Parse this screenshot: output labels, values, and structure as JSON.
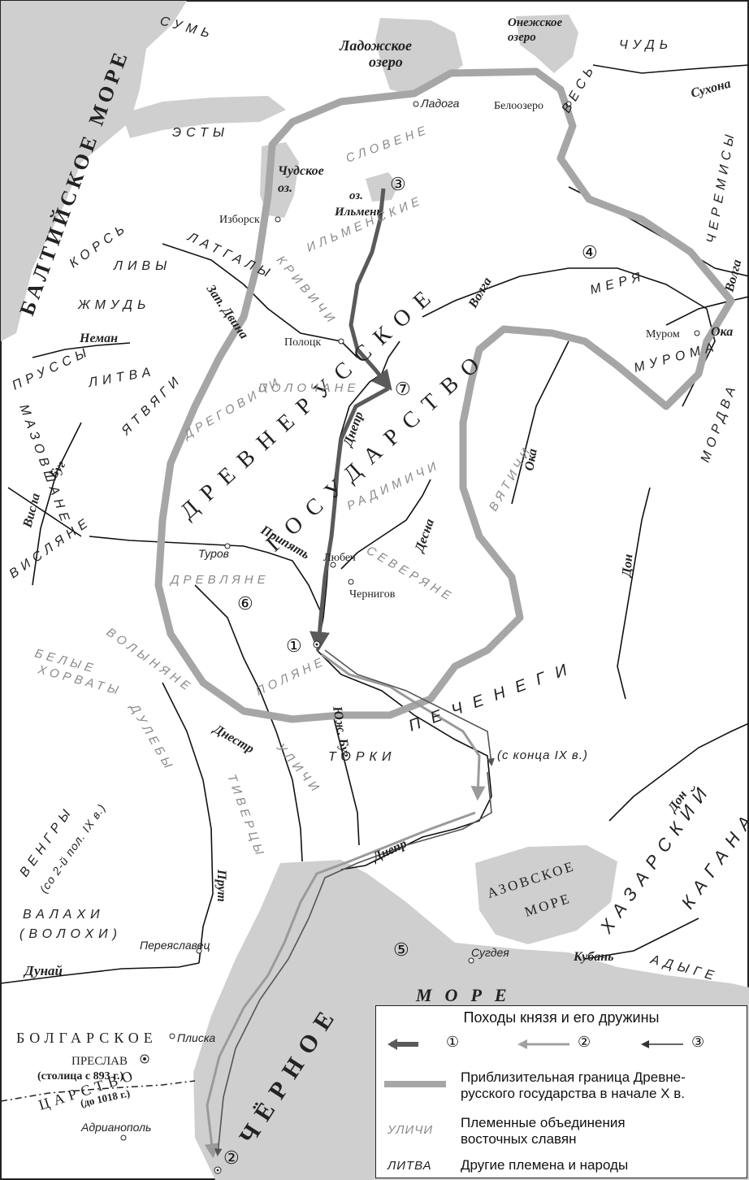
{
  "seas": {
    "baltic": "БАЛТИЙСКОЕ МОРЕ",
    "azov_1": "АЗОВСКОЕ",
    "azov_2": "МОРЕ",
    "black_1": "ЧЁРНОЕ",
    "black_2": "МОРЕ"
  },
  "lakes": {
    "ladoga_1": "Ладожское",
    "ladoga_2": "озеро",
    "onega_1": "Онежское",
    "onega_2": "озеро",
    "peipus_1": "Чудское",
    "peipus_2": "оз.",
    "ilmen_1": "оз.",
    "ilmen_2": "Ильмень"
  },
  "state": {
    "name_1": "ДРЕВНЕРУССКОЕ",
    "name_2": "ГОСУДАРСТВО"
  },
  "cities": {
    "ladoga": "Ладога",
    "beloozero": "Белоозеро",
    "izborsk": "Изборск",
    "polotsk": "Полоцк",
    "murom": "Муром",
    "turov": "Туров",
    "lyubech": "Любеч",
    "chernigov": "Чернигов",
    "pereyaslavets": "Переяславец",
    "sugdeya": "Сугдея",
    "pliska": "Плиска",
    "preslav": "ПРЕСЛАВ",
    "preslav_note": "(столица с 893 г.)",
    "adrianopol": "Адрианополь"
  },
  "rivers": {
    "neman": "Неман",
    "zap_dvina": "Зап. Двина",
    "volga_upper": "Волга",
    "volga_east": "Волга",
    "oka_east": "Ока",
    "oka": "Ока",
    "bug": "Буг",
    "visla": "Висла",
    "pripyat": "Припять",
    "dnepr_upper": "Днепр",
    "desna": "Десна",
    "don": "Дон",
    "sukhona": "Сухона",
    "dnestr": "Днестр",
    "yuzh_bug": "Юж. Буг",
    "dnepr_lower": "Днепр",
    "prut": "Прут",
    "dunai": "Дунай",
    "don_lower": "Дон",
    "kuban": "Кубань"
  },
  "slav_tribes": {
    "slovene": "СЛОВЕНЕ",
    "ilmenskie": "ИЛЬМЕНСКИЕ",
    "krivichi": "КРИВИЧИ",
    "polochane": "ПОЛОЧАНЕ",
    "dregovichi": "ДРЕГОВИЧИ",
    "radimichi": "РАДИМИЧИ",
    "vyatichi": "ВЯТИЧИ",
    "severyane": "СЕВЕРЯНЕ",
    "drevlyane": "ДРЕВЛЯНЕ",
    "polyane": "ПОЛЯНЕ",
    "volynyane": "ВОЛЫНЯНЕ",
    "belye_1": "БЕЛЫЕ",
    "belye_2": "ХОРВАТЫ",
    "dulyoby": "ДУЛЕБЫ",
    "tivertsy": "ТИВЕРЦЫ",
    "ulichi": "УЛИЧИ"
  },
  "other_peoples": {
    "sum": "СУМЬ",
    "chud": "ЧУДЬ",
    "vepsy": "ВЕСЬ",
    "esty": "ЭСТЫ",
    "cheremisy": "ЧЕРЕМИСЫ",
    "korsy": "КОРСЬ",
    "livy": "ЛИВЫ",
    "latgaly": "ЛАТГАЛЫ",
    "zhmud": "ЖМУДЬ",
    "merya": "МЕРЯ",
    "muroma": "МУРОМА",
    "prussy": "ПРУССЫ",
    "litva": "ЛИТВА",
    "mordva": "МОРДВА",
    "yatvyagi": "ЯТВЯГИ",
    "mazovshane": "МАЗОВШАНЕ",
    "vislyane": "ВИСЛЯНЕ",
    "torki": "ТОРКИ",
    "pechenegi": "ПЕЧЕНЕГИ",
    "pechenegi_note": "(с конца IX в.)",
    "vengry": "ВЕНГРЫ",
    "vengry_note": "(со 2-й пол. IX в.)",
    "khazar_1": "ХАЗАРСКИЙ",
    "khazar_2": "КАГАНАТ",
    "valakhi_1": "ВАЛАХИ",
    "valakhi_2": "(ВОЛОХИ)",
    "adygi": "АДЫГЕ",
    "bulgar_1": "БОЛГАРСКОЕ",
    "bulgar_2": "ЦАРСТВО",
    "bulgar_note": "(до 1018 г.)"
  },
  "markers": {
    "m1": "①",
    "m2": "②",
    "m3": "③",
    "m4": "④",
    "m5": "⑤",
    "m6": "⑥",
    "m7": "⑦"
  },
  "legend": {
    "title": "Походы князя и его дружины",
    "c1": "①",
    "c2": "②",
    "c3": "③",
    "border_1": "Приблизительная граница Древне-",
    "border_2": "русского государства в начале X в.",
    "slav_sample": "УЛИЧИ",
    "slav_1": "Племенные объединения",
    "slav_2": "восточных славян",
    "other_sample": "ЛИТВА",
    "other_text": "Другие племена и народы"
  },
  "colors": {
    "water": "#cfcfcf",
    "border_grey": "#a6a6a6",
    "route1": "#6e6e6e",
    "route_dark": "#333333",
    "slav_text": "#8a8a8a"
  }
}
